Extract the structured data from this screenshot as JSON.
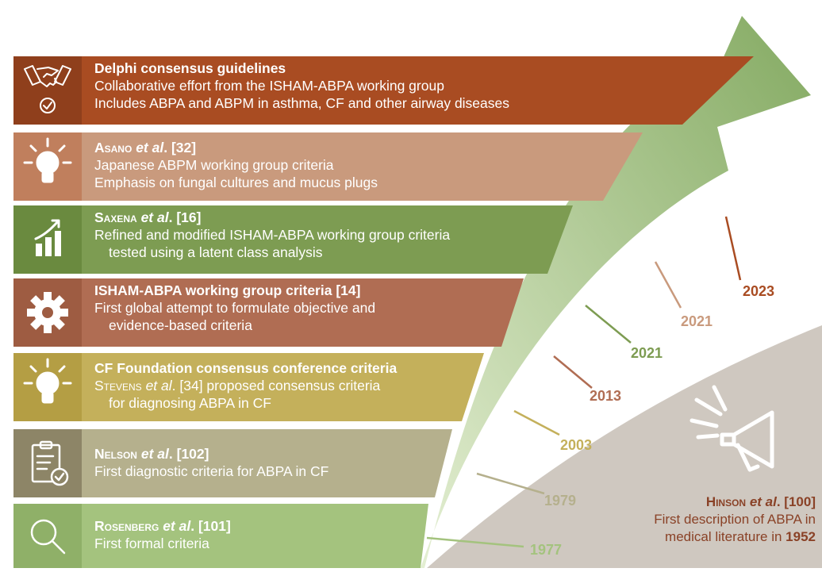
{
  "colors": {
    "delphi": "#a94c22",
    "asano": "#c99a7d",
    "saxena": "#7d9c52",
    "isham": "#b06d53",
    "cf": "#c4b05b",
    "nelson": "#b5b08d",
    "rosenberg": "#a4c37e",
    "arrow_light": "#e4efd3",
    "arrow_dark": "#84aa62",
    "wedge": "#cfc8c0",
    "hinson_text": "#8a4227"
  },
  "bands": [
    {
      "id": "delphi",
      "icon": "handshake-check-icon",
      "title": "Delphi consensus guidelines",
      "lines": [
        "Collaborative effort from the ISHAM-ABPA working group",
        "Includes ABPA and ABPM in asthma, CF and other airway diseases"
      ],
      "year": "2023"
    },
    {
      "id": "asano",
      "icon": "lightbulb-icon",
      "title_author": "Asano",
      "title_etal": "et al",
      "title_ref": ". [32]",
      "lines": [
        "Japanese ABPM working group criteria",
        "Emphasis on fungal cultures and mucus plugs"
      ],
      "year": "2021"
    },
    {
      "id": "saxena",
      "icon": "growth-chart-icon",
      "title_author": "Saxena",
      "title_etal": "et al",
      "title_ref": ". [16]",
      "lines": [
        "Refined and modified ISHAM-ABPA working group criteria",
        "tested using a latent class analysis"
      ],
      "year": "2021"
    },
    {
      "id": "isham",
      "icon": "gear-icon",
      "title": "ISHAM-ABPA working group criteria [14]",
      "lines": [
        "First global attempt to formulate objective and",
        "evidence-based criteria"
      ],
      "year": "2013"
    },
    {
      "id": "cf",
      "icon": "lightbulb-icon",
      "title": "CF Foundation consensus conference criteria",
      "line1_author": "Stevens",
      "line1_etal": "et al",
      "line1_rest": ". [34] proposed consensus criteria",
      "lines": [
        "for diagnosing ABPA in CF"
      ],
      "year": "2003"
    },
    {
      "id": "nelson",
      "icon": "clipboard-check-icon",
      "title_author": "Nelson",
      "title_etal": "et al",
      "title_ref": ". [102]",
      "lines": [
        "First diagnostic criteria for ABPA in CF"
      ],
      "year": "1979"
    },
    {
      "id": "rosenberg",
      "icon": "magnifier-icon",
      "title_author": "Rosenberg",
      "title_etal": "et al",
      "title_ref": ". [101]",
      "lines": [
        "First formal criteria"
      ],
      "year": "1977"
    }
  ],
  "hinson": {
    "icon": "megaphone-icon",
    "title_author": "Hinson",
    "title_etal": "et al",
    "title_ref": ". [100]",
    "line1": "First description of ABPA in",
    "line2_prefix": "medical literature in ",
    "line2_year": "1952"
  }
}
